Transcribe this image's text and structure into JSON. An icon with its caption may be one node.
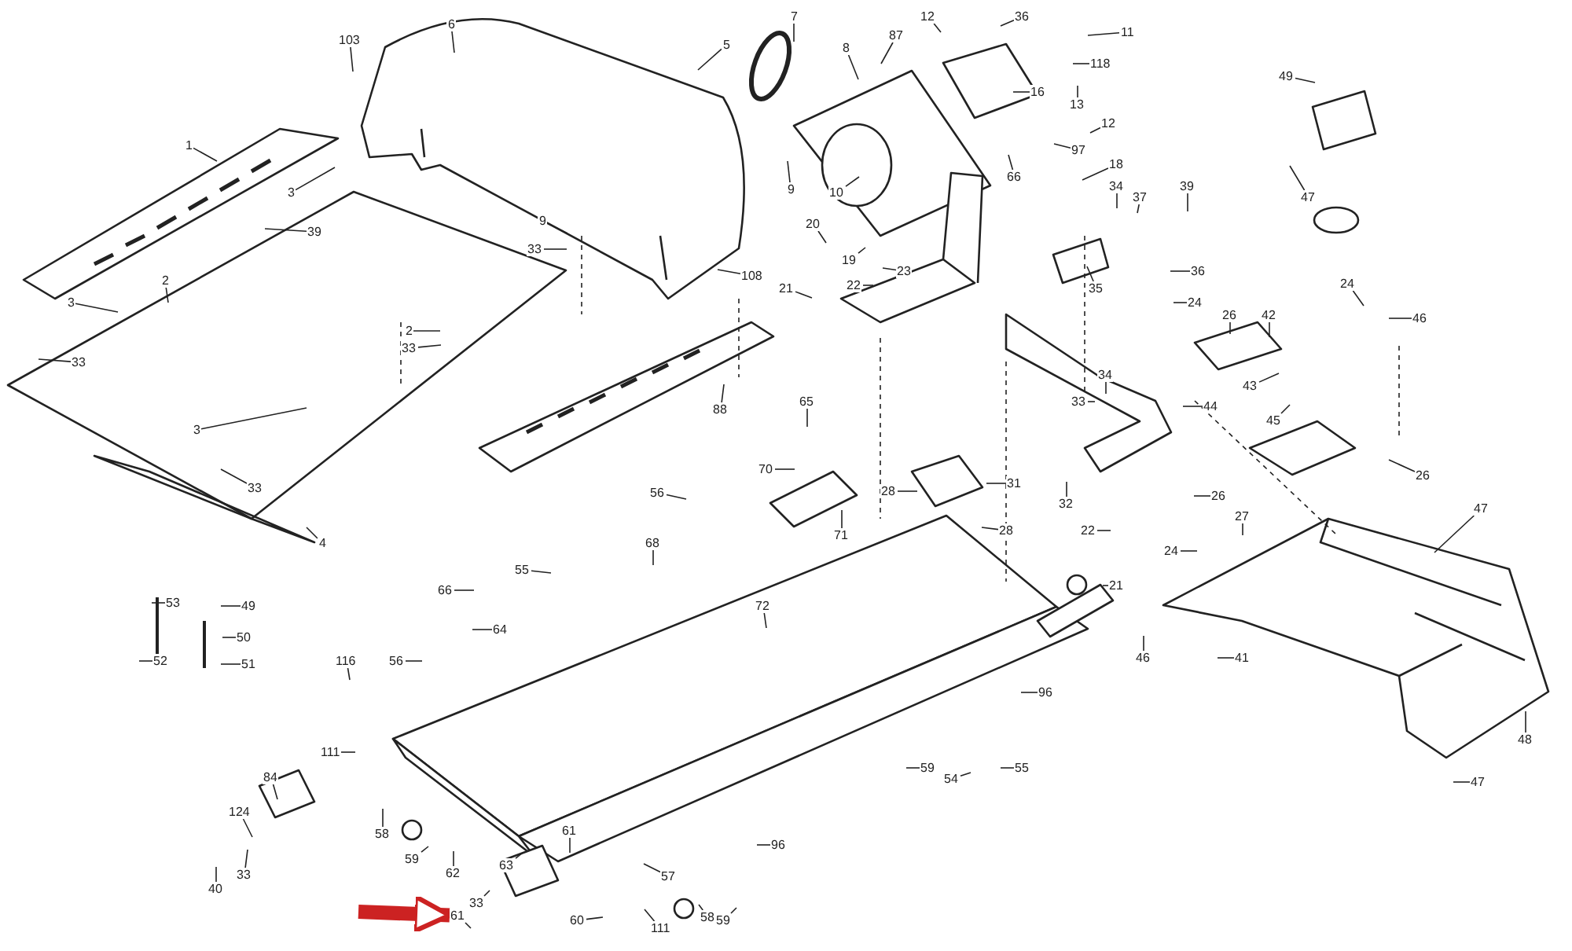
{
  "diagram": {
    "nodes": [
      {
        "text": [
          "1"
        ]
      },
      {
        "text": [
          "103"
        ]
      },
      {
        "text": [
          "6"
        ]
      },
      {
        "text": [
          "5"
        ]
      },
      {
        "text": [
          "3"
        ]
      },
      {
        "text": [
          "39"
        ]
      },
      {
        "text": [
          "2"
        ]
      },
      {
        "text": [
          "3"
        ]
      },
      {
        "text": [
          "33"
        ]
      },
      {
        "text": [
          "9"
        ]
      },
      {
        "text": [
          "33"
        ]
      },
      {
        "text": [
          "2"
        ]
      },
      {
        "text": [
          "33"
        ]
      },
      {
        "text": [
          "3"
        ]
      },
      {
        "text": [
          "33"
        ]
      },
      {
        "text": [
          "108"
        ]
      },
      {
        "text": [
          "88"
        ]
      },
      {
        "text": [
          "4"
        ]
      },
      {
        "text": [
          "7"
        ]
      },
      {
        "text": [
          "8"
        ]
      },
      {
        "text": [
          "87"
        ]
      },
      {
        "text": [
          "12"
        ]
      },
      {
        "text": [
          "36"
        ]
      },
      {
        "text": [
          "11"
        ]
      },
      {
        "text": [
          "118"
        ]
      },
      {
        "text": [
          "16"
        ]
      },
      {
        "text": [
          "13"
        ]
      },
      {
        "text": [
          "12"
        ]
      },
      {
        "text": [
          "97"
        ]
      },
      {
        "text": [
          "18"
        ]
      },
      {
        "text": [
          "66"
        ]
      },
      {
        "text": [
          "10"
        ]
      },
      {
        "text": [
          "9"
        ]
      },
      {
        "text": [
          "20"
        ]
      },
      {
        "text": [
          "19"
        ]
      },
      {
        "text": [
          "23"
        ]
      },
      {
        "text": [
          "21"
        ]
      },
      {
        "text": [
          "22"
        ]
      },
      {
        "text": [
          "34"
        ]
      },
      {
        "text": [
          "37"
        ]
      },
      {
        "text": [
          "39"
        ]
      },
      {
        "text": [
          "35"
        ]
      },
      {
        "text": [
          "36"
        ]
      },
      {
        "text": [
          "49"
        ]
      },
      {
        "text": [
          "47"
        ]
      },
      {
        "text": [
          "24"
        ]
      },
      {
        "text": [
          "26"
        ]
      },
      {
        "text": [
          "42"
        ]
      },
      {
        "text": [
          "43"
        ]
      },
      {
        "text": [
          "24"
        ]
      },
      {
        "text": [
          "46"
        ]
      },
      {
        "text": [
          "45"
        ]
      },
      {
        "text": [
          "26"
        ]
      },
      {
        "text": [
          "34"
        ]
      },
      {
        "text": [
          "33"
        ]
      },
      {
        "text": [
          "44"
        ]
      },
      {
        "text": [
          "31"
        ]
      },
      {
        "text": [
          "32"
        ]
      },
      {
        "text": [
          "22"
        ]
      },
      {
        "text": [
          "28"
        ]
      },
      {
        "text": [
          "28"
        ]
      },
      {
        "text": [
          "65"
        ]
      },
      {
        "text": [
          "70"
        ]
      },
      {
        "text": [
          "71"
        ]
      },
      {
        "text": [
          "26"
        ]
      },
      {
        "text": [
          "27"
        ]
      },
      {
        "text": [
          "24"
        ]
      },
      {
        "text": [
          "47"
        ]
      },
      {
        "text": [
          "21"
        ]
      },
      {
        "text": [
          "46"
        ]
      },
      {
        "text": [
          "41"
        ]
      },
      {
        "text": [
          "48"
        ]
      },
      {
        "text": [
          "47"
        ]
      },
      {
        "text": [
          "53"
        ]
      },
      {
        "text": [
          "52"
        ]
      },
      {
        "text": [
          "49"
        ]
      },
      {
        "text": [
          "50"
        ]
      },
      {
        "text": [
          "51"
        ]
      },
      {
        "text": [
          "56"
        ]
      },
      {
        "text": [
          "68"
        ]
      },
      {
        "text": [
          "72"
        ]
      },
      {
        "text": [
          "55"
        ]
      },
      {
        "text": [
          "66"
        ]
      },
      {
        "text": [
          "64"
        ]
      },
      {
        "text": [
          "116"
        ]
      },
      {
        "text": [
          "56"
        ]
      },
      {
        "text": [
          "111"
        ]
      },
      {
        "text": [
          "84"
        ]
      },
      {
        "text": [
          "124"
        ]
      },
      {
        "text": [
          "33"
        ]
      },
      {
        "text": [
          "40"
        ]
      },
      {
        "text": [
          "58"
        ]
      },
      {
        "text": [
          "59"
        ]
      },
      {
        "text": [
          "62"
        ]
      },
      {
        "text": [
          "63"
        ]
      },
      {
        "text": [
          "61"
        ]
      },
      {
        "text": [
          "33"
        ]
      },
      {
        "text": [
          "61"
        ]
      },
      {
        "text": [
          "57"
        ]
      },
      {
        "text": [
          "60"
        ]
      },
      {
        "text": [
          "111"
        ]
      },
      {
        "text": [
          "58"
        ]
      },
      {
        "text": [
          "59"
        ]
      },
      {
        "text": [
          "96"
        ]
      },
      {
        "text": [
          "54"
        ]
      },
      {
        "text": [
          "55"
        ]
      },
      {
        "text": [
          "59"
        ]
      },
      {
        "text": [
          "96"
        ]
      }
    ],
    "edges": [
      {
        "from": 0,
        "to": null,
        "arrow": "none"
      },
      {
        "from": 1,
        "to": null,
        "arrow": "none"
      },
      {
        "from": 2,
        "to": null,
        "arrow": "none"
      },
      {
        "from": 3,
        "to": null,
        "arrow": "none"
      },
      {
        "from": 4,
        "to": null,
        "arrow": "none"
      },
      {
        "from": 5,
        "to": null,
        "arrow": "none"
      },
      {
        "from": 6,
        "to": null,
        "arrow": "none"
      },
      {
        "from": 7,
        "to": null,
        "arrow": "none"
      },
      {
        "from": 8,
        "to": null,
        "arrow": "none"
      },
      {
        "from": 9,
        "to": null,
        "arrow": "none"
      },
      {
        "from": 10,
        "to": null,
        "arrow": "none"
      },
      {
        "from": 11,
        "to": null,
        "arrow": "none"
      },
      {
        "from": 12,
        "to": null,
        "arrow": "none"
      },
      {
        "from": 13,
        "to": null,
        "arrow": "none"
      },
      {
        "from": 14,
        "to": null,
        "arrow": "none"
      },
      {
        "from": 15,
        "to": null,
        "arrow": "none"
      },
      {
        "from": 16,
        "to": null,
        "arrow": "none"
      },
      {
        "from": 17,
        "to": null,
        "arrow": "none"
      },
      {
        "from": 18,
        "to": null,
        "arrow": "none"
      },
      {
        "from": 19,
        "to": null,
        "arrow": "none"
      },
      {
        "from": 20,
        "to": null,
        "arrow": "none"
      },
      {
        "from": 21,
        "to": null,
        "arrow": "none"
      },
      {
        "from": 22,
        "to": null,
        "arrow": "none"
      },
      {
        "from": 23,
        "to": null,
        "arrow": "none"
      },
      {
        "from": 24,
        "to": null,
        "arrow": "none"
      },
      {
        "from": 25,
        "to": null,
        "arrow": "none"
      },
      {
        "from": 26,
        "to": null,
        "arrow": "none"
      },
      {
        "from": 27,
        "to": null,
        "arrow": "none"
      },
      {
        "from": 28,
        "to": null,
        "arrow": "none"
      },
      {
        "from": 29,
        "to": null,
        "arrow": "none"
      },
      {
        "from": 30,
        "to": null,
        "arrow": "none"
      },
      {
        "from": 31,
        "to": null,
        "arrow": "none"
      },
      {
        "from": 32,
        "to": null,
        "arrow": "none"
      },
      {
        "from": 33,
        "to": null,
        "arrow": "none"
      },
      {
        "from": 34,
        "to": null,
        "arrow": "none"
      },
      {
        "from": 35,
        "to": null,
        "arrow": "none"
      },
      {
        "from": 36,
        "to": null,
        "arrow": "none"
      },
      {
        "from": 37,
        "to": null,
        "arrow": "none"
      },
      {
        "from": 38,
        "to": null,
        "arrow": "none"
      },
      {
        "from": 39,
        "to": null,
        "arrow": "none"
      },
      {
        "from": 40,
        "to": null,
        "arrow": "none"
      },
      {
        "from": 41,
        "to": null,
        "arrow": "none"
      },
      {
        "from": 42,
        "to": null,
        "arrow": "none"
      },
      {
        "from": 43,
        "to": null,
        "arrow": "none"
      },
      {
        "from": 44,
        "to": null,
        "arrow": "none"
      },
      {
        "from": 45,
        "to": null,
        "arrow": "none"
      },
      {
        "from": 46,
        "to": null,
        "arrow": "none"
      },
      {
        "from": 47,
        "to": null,
        "arrow": "none"
      },
      {
        "from": 48,
        "to": null,
        "arrow": "none"
      },
      {
        "from": 49,
        "to": null,
        "arrow": "none"
      },
      {
        "from": 50,
        "to": null,
        "arrow": "none"
      },
      {
        "from": 51,
        "to": null,
        "arrow": "none"
      },
      {
        "from": 52,
        "to": null,
        "arrow": "none"
      },
      {
        "from": 53,
        "to": null,
        "arrow": "none"
      },
      {
        "from": 54,
        "to": null,
        "arrow": "none"
      },
      {
        "from": 55,
        "to": null,
        "arrow": "none"
      },
      {
        "from": 56,
        "to": null,
        "arrow": "none"
      },
      {
        "from": 57,
        "to": null,
        "arrow": "none"
      },
      {
        "from": 58,
        "to": null,
        "arrow": "none"
      },
      {
        "from": 59,
        "to": null,
        "arrow": "none"
      },
      {
        "from": 60,
        "to": null,
        "arrow": "none"
      },
      {
        "from": 61,
        "to": null,
        "arrow": "none"
      },
      {
        "from": 62,
        "to": null,
        "arrow": "none"
      },
      {
        "from": 63,
        "to": null,
        "arrow": "none"
      },
      {
        "from": 64,
        "to": null,
        "arrow": "none"
      },
      {
        "from": 65,
        "to": null,
        "arrow": "none"
      },
      {
        "from": 66,
        "to": null,
        "arrow": "none"
      },
      {
        "from": 67,
        "to": null,
        "arrow": "none"
      },
      {
        "from": 68,
        "to": null,
        "arrow": "none"
      },
      {
        "from": 69,
        "to": null,
        "arrow": "none"
      },
      {
        "from": 70,
        "to": null,
        "arrow": "none"
      },
      {
        "from": 71,
        "to": null,
        "arrow": "none"
      },
      {
        "from": 72,
        "to": null,
        "arrow": "none"
      },
      {
        "from": 73,
        "to": null,
        "arrow": "none"
      },
      {
        "from": 74,
        "to": null,
        "arrow": "none"
      },
      {
        "from": 75,
        "to": null,
        "arrow": "none"
      },
      {
        "from": 76,
        "to": null,
        "arrow": "none"
      },
      {
        "from": 77,
        "to": null,
        "arrow": "none"
      },
      {
        "from": 78,
        "to": null,
        "arrow": "none"
      },
      {
        "from": 79,
        "to": null,
        "arrow": "none"
      },
      {
        "from": 80,
        "to": null,
        "arrow": "none"
      },
      {
        "from": 81,
        "to": null,
        "arrow": "none"
      },
      {
        "from": 82,
        "to": null,
        "arrow": "none"
      },
      {
        "from": 83,
        "to": null,
        "arrow": "none"
      },
      {
        "from": 84,
        "to": null,
        "arrow": "none"
      },
      {
        "from": 85,
        "to": null,
        "arrow": "none"
      },
      {
        "from": 86,
        "to": null,
        "arrow": "none"
      },
      {
        "from": 87,
        "to": null,
        "arrow": "none"
      },
      {
        "from": 88,
        "to": null,
        "arrow": "none"
      },
      {
        "from": 89,
        "to": null,
        "arrow": "none"
      },
      {
        "from": 90,
        "to": null,
        "arrow": "none"
      },
      {
        "from": 91,
        "to": null,
        "arrow": "none"
      },
      {
        "from": 92,
        "to": null,
        "arrow": "none"
      },
      {
        "from": 93,
        "to": null,
        "arrow": "none"
      },
      {
        "from": 94,
        "to": null,
        "arrow": "none"
      },
      {
        "from": 95,
        "to": null,
        "arrow": "none"
      },
      {
        "from": 96,
        "to": null,
        "arrow": "none"
      },
      {
        "from": 97,
        "to": null,
        "arrow": "none"
      },
      {
        "from": 98,
        "to": null,
        "arrow": "none"
      },
      {
        "from": 99,
        "to": null,
        "arrow": "none"
      },
      {
        "from": 100,
        "to": null,
        "arrow": "none"
      },
      {
        "from": 101,
        "to": null,
        "arrow": "none"
      },
      {
        "from": 102,
        "to": null,
        "arrow": "none"
      },
      {
        "from": 103,
        "to": null,
        "arrow": "none"
      },
      {
        "from": 104,
        "to": null,
        "arrow": "none"
      },
      {
        "from": 105,
        "to": null,
        "arrow": "none"
      },
      {
        "from": 106,
        "to": null,
        "arrow": "none"
      },
      {
        "from": 107,
        "to": null,
        "arrow": "none"
      },
      {
        "from": null,
        "to": 97,
        "arrow": "to",
        "style": "thick",
        "color": "#cc2222"
      }
    ]
  }
}
